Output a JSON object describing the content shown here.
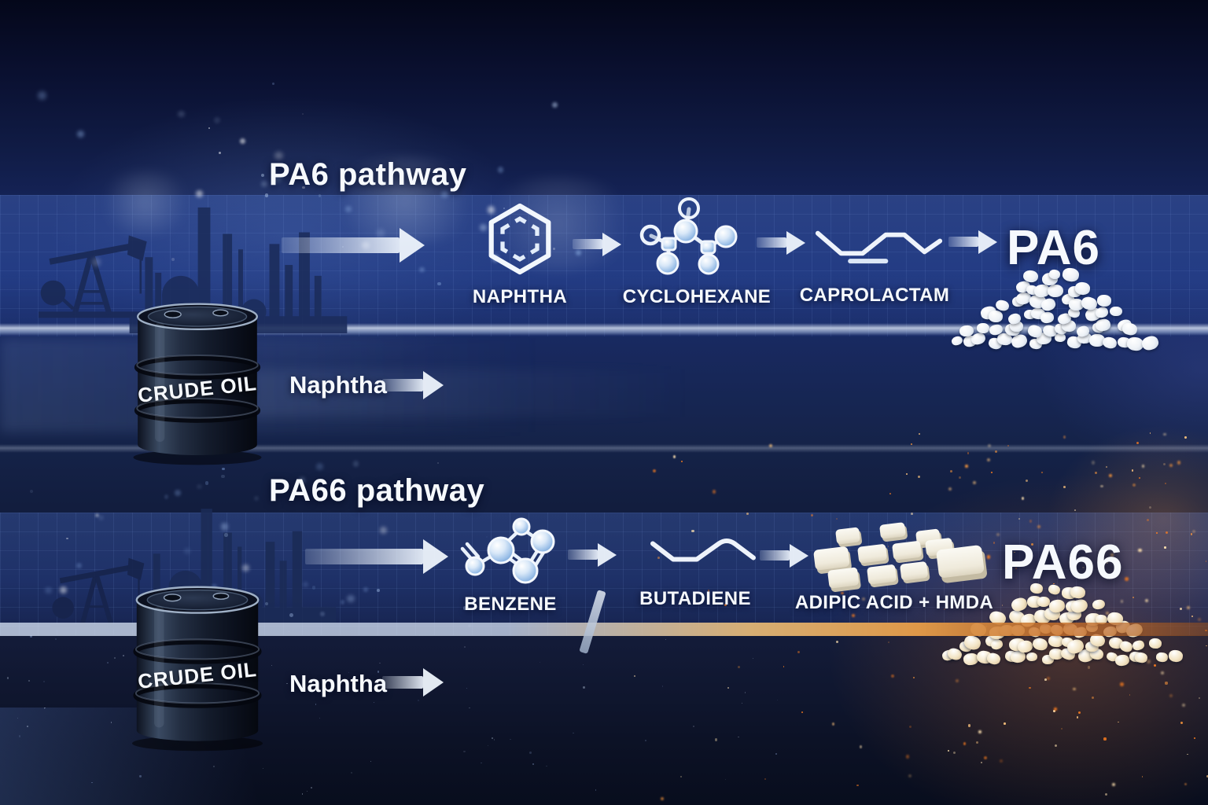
{
  "pa6": {
    "title": "PA6 pathway",
    "steps": [
      {
        "label": "NAPHTHA",
        "icon": "benzene-ring-icon"
      },
      {
        "label": "CYCLOHEXANE",
        "icon": "molecule-ball-stick-icon"
      },
      {
        "label": "CAPROLACTAM",
        "icon": "polymer-chain-icon"
      }
    ],
    "product": "PA6"
  },
  "pa66": {
    "title": "PA66 pathway",
    "steps": [
      {
        "label": "BENZENE",
        "icon": "molecule-ball-stick-icon"
      },
      {
        "label": "BUTADIENE",
        "icon": "polymer-chain-icon"
      },
      {
        "label": "ADIPIC ACID + HMDA",
        "icon": "crystal-cubes-icon"
      }
    ],
    "product": "PA66"
  },
  "crude_oil": {
    "barrel_label": "CRUDE OIL",
    "stream_label": "Naphtha"
  },
  "colors": {
    "background_navy": "#101b44",
    "band_blue": "#2c4a9c",
    "label_text": "#f6f9fd",
    "icon_stroke": "#eef4fc",
    "pa6_pellet": "#eef2f7",
    "pa6_pellet_shade": "#c6d1e0",
    "pa66_pellet": "#f3e5c6",
    "pa66_pellet_shade": "#d6bb90",
    "spark": "#ff9a3c",
    "gold_stripe": "#de9848"
  }
}
